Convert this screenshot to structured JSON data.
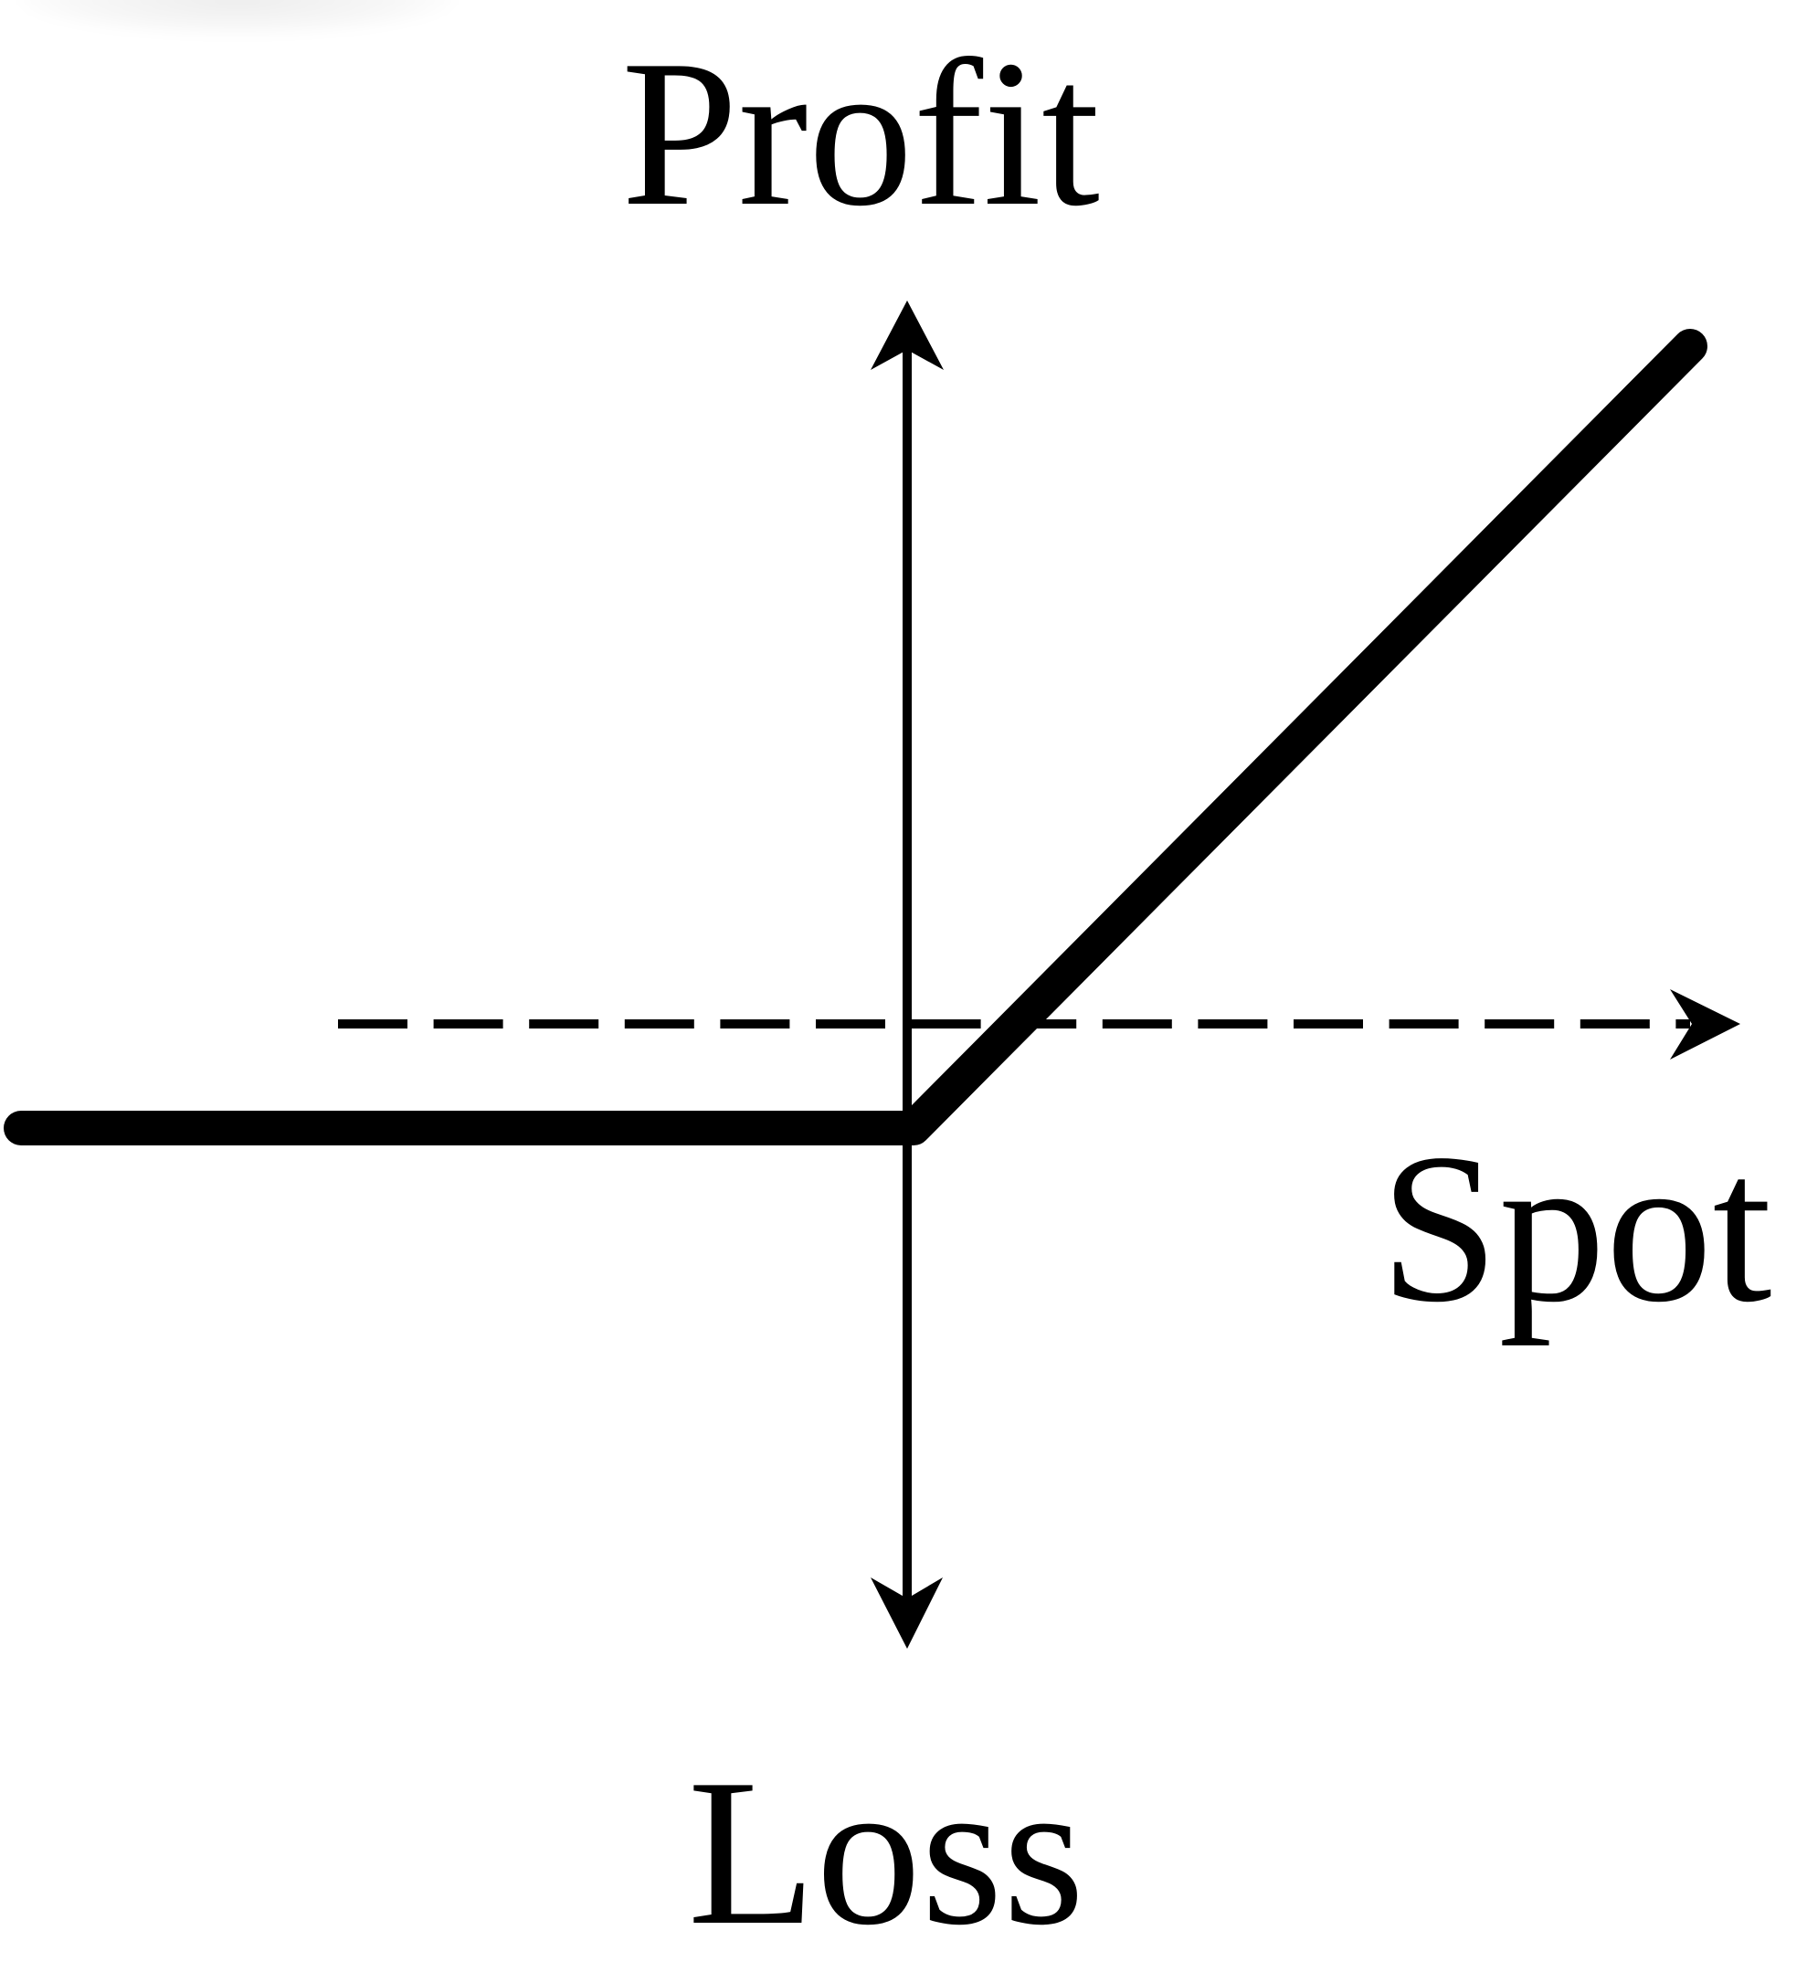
{
  "figure": {
    "labels": {
      "y_top": "Profit",
      "y_bottom": "Loss",
      "x": "Spot"
    },
    "colors": {
      "payoff_line": "#000000",
      "axes": "#000000",
      "background": "#ffffff"
    }
  },
  "chart_data": {
    "type": "line",
    "title": "",
    "xlabel": "Spot",
    "ylabel_positive": "Profit",
    "ylabel_negative": "Loss",
    "description": "Long call option payoff: flat loss (premium) below strike, rising one-for-one above strike; dashed horizontal line is the zero-profit spot axis",
    "series": [
      {
        "name": "payoff",
        "style": "solid-thick",
        "points": [
          {
            "x": -1.0,
            "y": -0.12
          },
          {
            "x": 0.0,
            "y": -0.12
          },
          {
            "x": 1.2,
            "y": 1.08
          }
        ]
      }
    ],
    "axes": {
      "vertical": {
        "style": "solid",
        "arrows": "both",
        "position_x": 0.0
      },
      "horizontal": {
        "style": "dashed",
        "arrows": "right",
        "position_y": 0.0
      }
    },
    "grid": false,
    "legend": null,
    "tick_labels": []
  }
}
